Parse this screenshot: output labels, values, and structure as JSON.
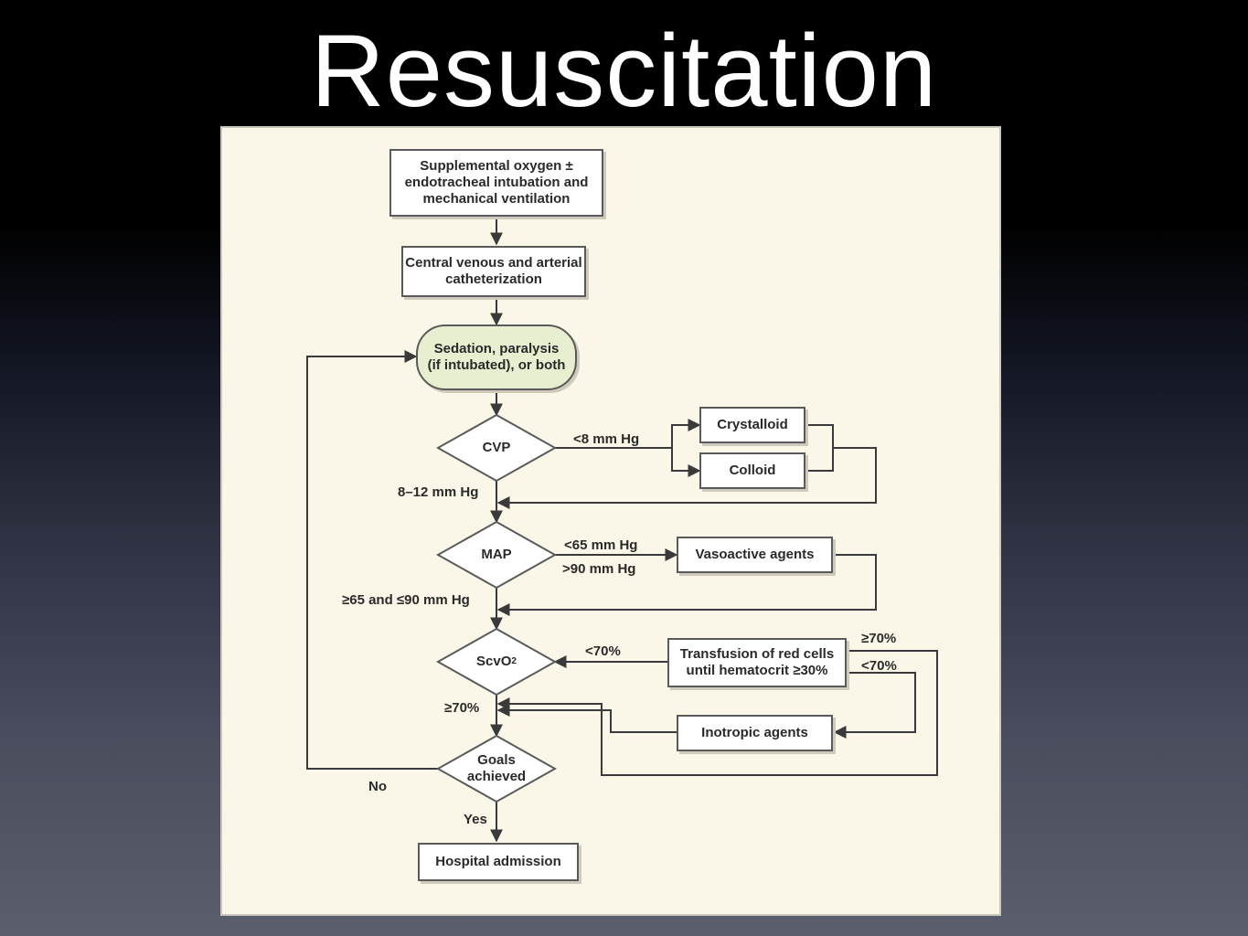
{
  "slide": {
    "title": "Resuscitation"
  },
  "flowchart": {
    "nodes": {
      "oxygen": "Supplemental oxygen ± endotracheal intubation and mechanical ventilation",
      "catheterization": "Central venous and arterial catheterization",
      "sedation": "Sedation, paralysis (if intubated), or both",
      "cvp": "CVP",
      "crystalloid": "Crystalloid",
      "colloid": "Colloid",
      "map": "MAP",
      "vasoactive": "Vasoactive agents",
      "scvo2": "ScvO",
      "scvo2_sub": "2",
      "transfusion": "Transfusion of red cells until hematocrit ≥30%",
      "inotropic": "Inotropic agents",
      "goals": "Goals achieved",
      "admission": "Hospital admission"
    },
    "labels": {
      "cvp_low": "<8 mm Hg",
      "cvp_ok": "8–12 mm Hg",
      "map_low": "<65 mm Hg",
      "map_high": ">90 mm Hg",
      "map_ok": "≥65 and ≤90 mm Hg",
      "scvo2_low": "<70%",
      "transfusion_high": "≥70%",
      "transfusion_low": "<70%",
      "scvo2_ok": "≥70%",
      "goals_no": "No",
      "goals_yes": "Yes"
    }
  }
}
